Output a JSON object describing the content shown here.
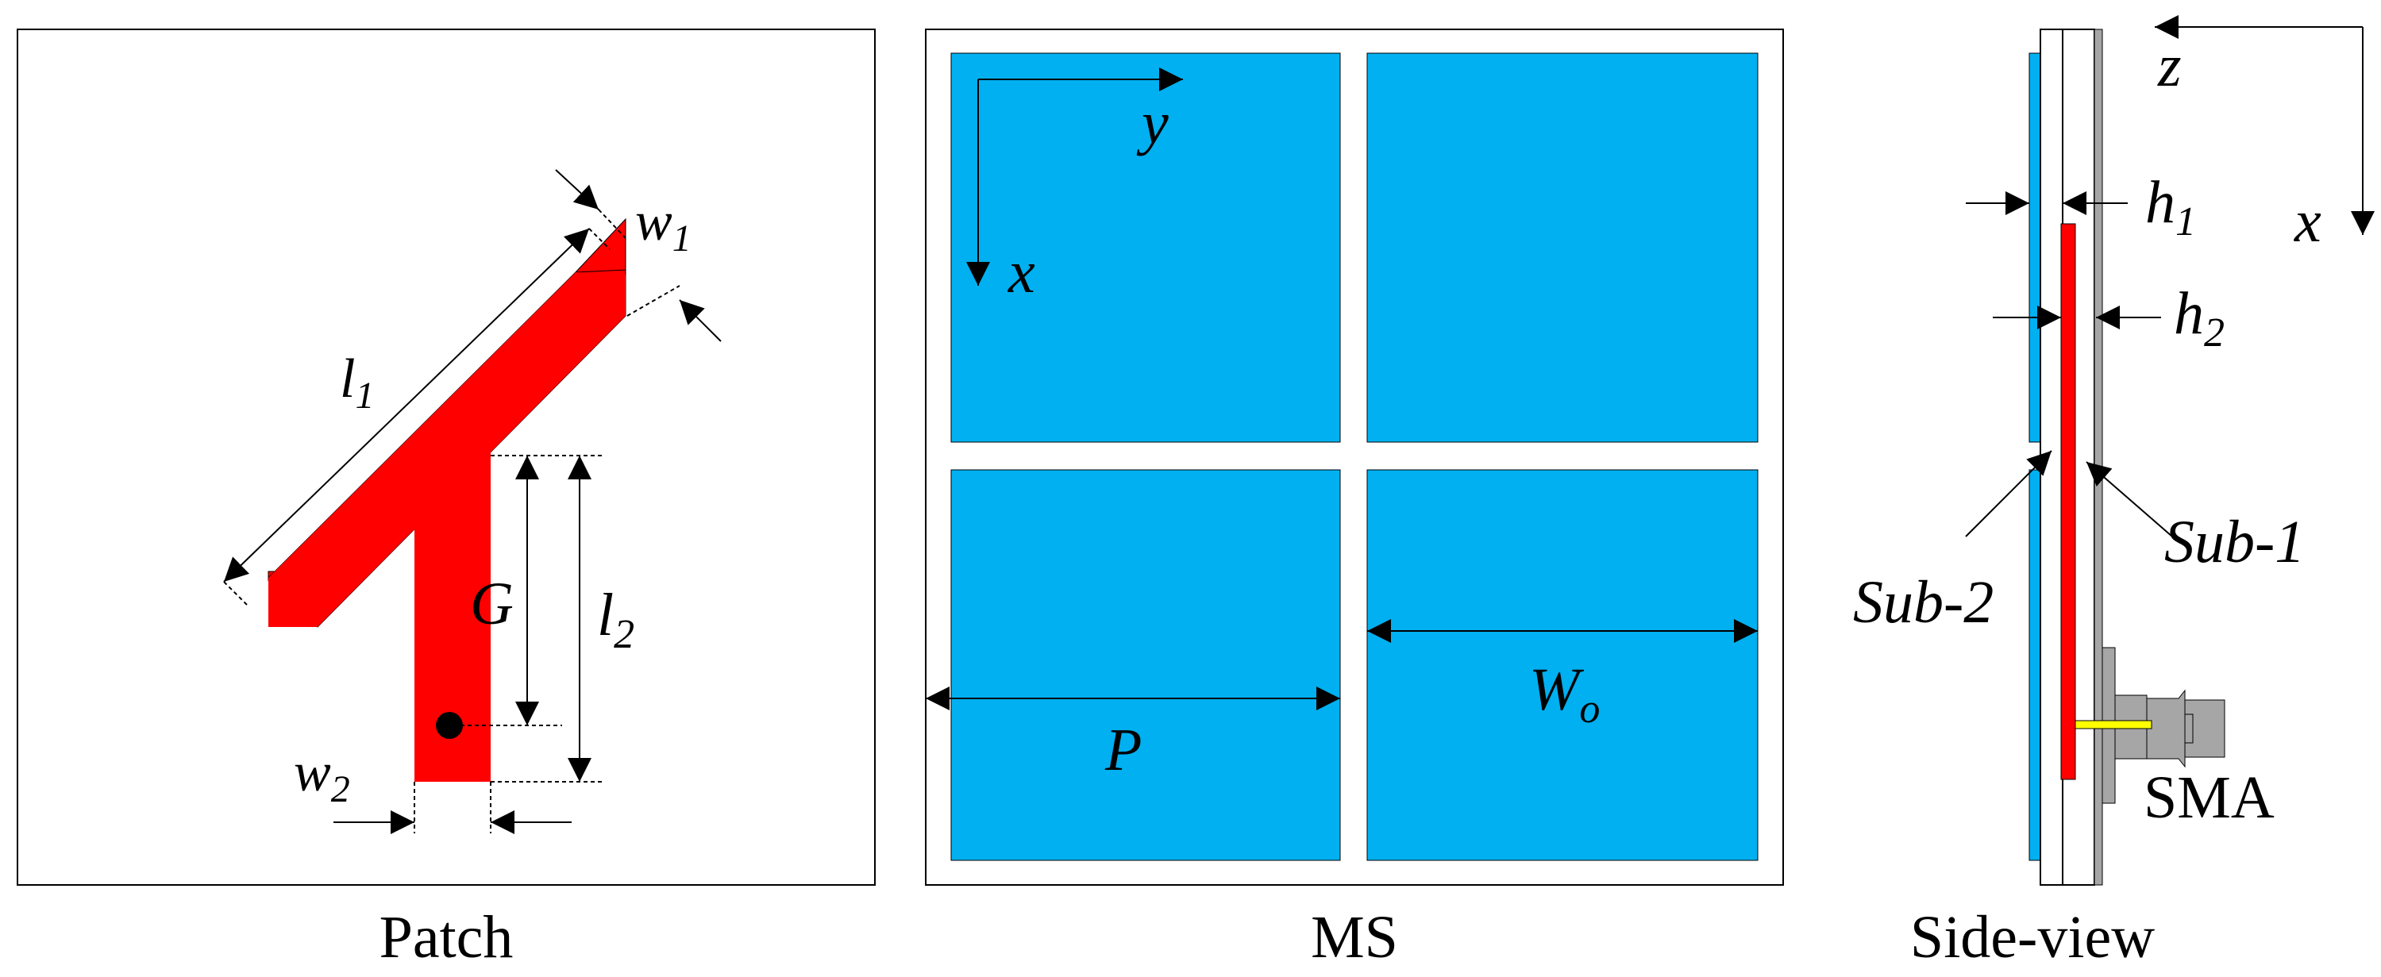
{
  "panels": {
    "patch": {
      "caption": "Patch"
    },
    "ms": {
      "caption": "MS"
    },
    "side": {
      "caption": "Side-view"
    }
  },
  "labels": {
    "w1": {
      "base": "w",
      "sub": "1"
    },
    "l1": {
      "base": "l",
      "sub": "1"
    },
    "G": "G",
    "l2": {
      "base": "l",
      "sub": "2"
    },
    "w2": {
      "base": "w",
      "sub": "2"
    },
    "y": "y",
    "x_ms": "x",
    "P": "P",
    "Wo": {
      "base": "W",
      "sub": "o"
    },
    "z": "z",
    "x_side": "x",
    "h1": {
      "base": "h",
      "sub": "1"
    },
    "h2": {
      "base": "h",
      "sub": "2"
    },
    "sub1": "Sub-1",
    "sub2": "Sub-2",
    "sma": "SMA"
  },
  "colors": {
    "patch": "#ff0000",
    "metasurface": "#00b0f0",
    "feed_pin": "#ffff00",
    "connector": "#a6a6a6",
    "outline": "#000000"
  }
}
